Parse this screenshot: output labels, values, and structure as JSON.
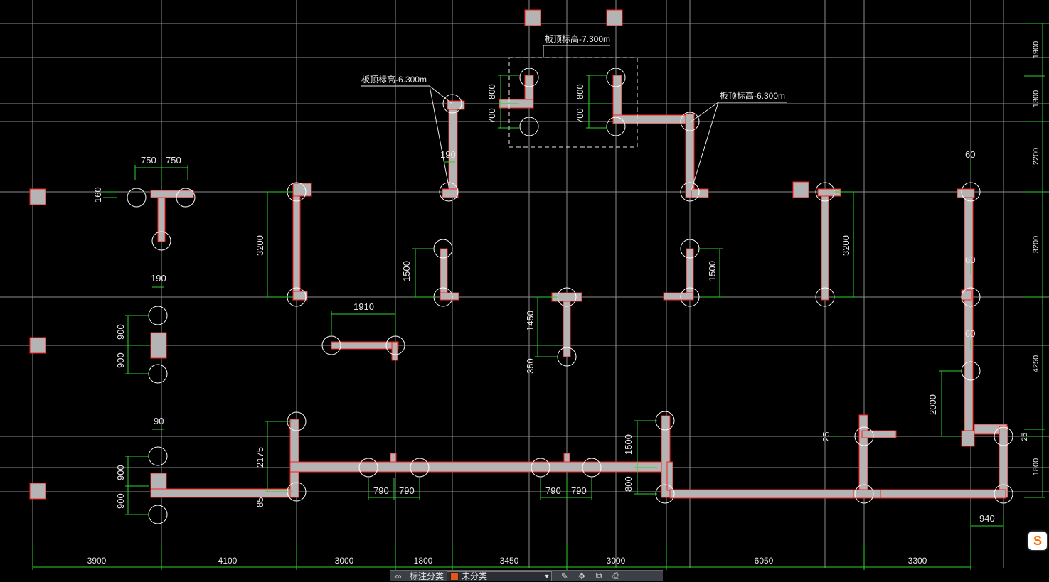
{
  "colors": {
    "background": "#000000",
    "grid": "#8c8c8c",
    "wall_fill": "#b4b4b4",
    "wall_edge": "#ff2020",
    "dimension": "#2ed12e",
    "text": "#e8e8e8",
    "column": "#b4b4b4"
  },
  "bottom_dims": [
    "3900",
    "4100",
    "3000",
    "1800",
    "3450",
    "3000",
    "6050",
    "3300"
  ],
  "right_dims": [
    "1900",
    "1300",
    "2200",
    "3200",
    "4250",
    "25",
    "1800"
  ],
  "elevations": {
    "top": "板顶标高-7.300m",
    "left": "板顶标高-6.300m",
    "right": "板顶标高-6.300m"
  },
  "dims": {
    "d750a": "750",
    "d750b": "750",
    "d160": "160",
    "d190": "190",
    "d900a": "900",
    "d900b": "900",
    "d90": "90",
    "d900c": "900",
    "d900d": "900",
    "d3200a": "3200",
    "d2175": "2175",
    "d85": "85",
    "d1910": "1910",
    "d1500a": "1500",
    "d790a": "790",
    "d790b": "790",
    "d790c": "790",
    "d790d": "790",
    "d800a": "800",
    "d700a": "700",
    "d800b": "800",
    "d700b": "700",
    "d190b": "190",
    "d1450": "1450",
    "d350": "350",
    "d1500b": "1500",
    "d1500c": "1500",
    "d800c": "800",
    "d3200b": "3200",
    "d60a": "60",
    "d60b": "60",
    "d60c": "60",
    "d2000": "2000",
    "d25": "25",
    "d940": "940"
  },
  "toolbar": {
    "label": "标注分类",
    "selected": "未分类",
    "swatch_color": "#e2561c"
  },
  "icons": [
    "layers-icon",
    "edit-icon",
    "move-icon",
    "copy-icon",
    "print-icon"
  ],
  "badge": "S"
}
